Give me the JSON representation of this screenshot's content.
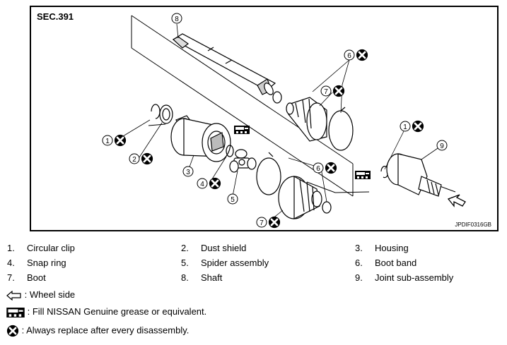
{
  "figure": {
    "section": "SEC.391",
    "code": "JPDIF0316GB",
    "callouts": [
      "1",
      "2",
      "3",
      "4",
      "5",
      "6",
      "7",
      "8",
      "9"
    ]
  },
  "legend": [
    {
      "num": "1.",
      "name": "Circular clip"
    },
    {
      "num": "2.",
      "name": "Dust shield"
    },
    {
      "num": "3.",
      "name": "Housing"
    },
    {
      "num": "4.",
      "name": "Snap ring"
    },
    {
      "num": "5.",
      "name": "Spider assembly"
    },
    {
      "num": "6.",
      "name": "Boot band"
    },
    {
      "num": "7.",
      "name": "Boot"
    },
    {
      "num": "8.",
      "name": "Shaft"
    },
    {
      "num": "9.",
      "name": "Joint sub-assembly"
    }
  ],
  "notes": {
    "wheel_side": ": Wheel side",
    "grease": ": Fill NISSAN Genuine grease or equivalent.",
    "replace": ": Always replace after every disassembly."
  },
  "icons": {
    "wheel_side": "outline-arrow-left-icon",
    "grease": "grease-tube-icon",
    "replace": "x-circle-icon"
  }
}
